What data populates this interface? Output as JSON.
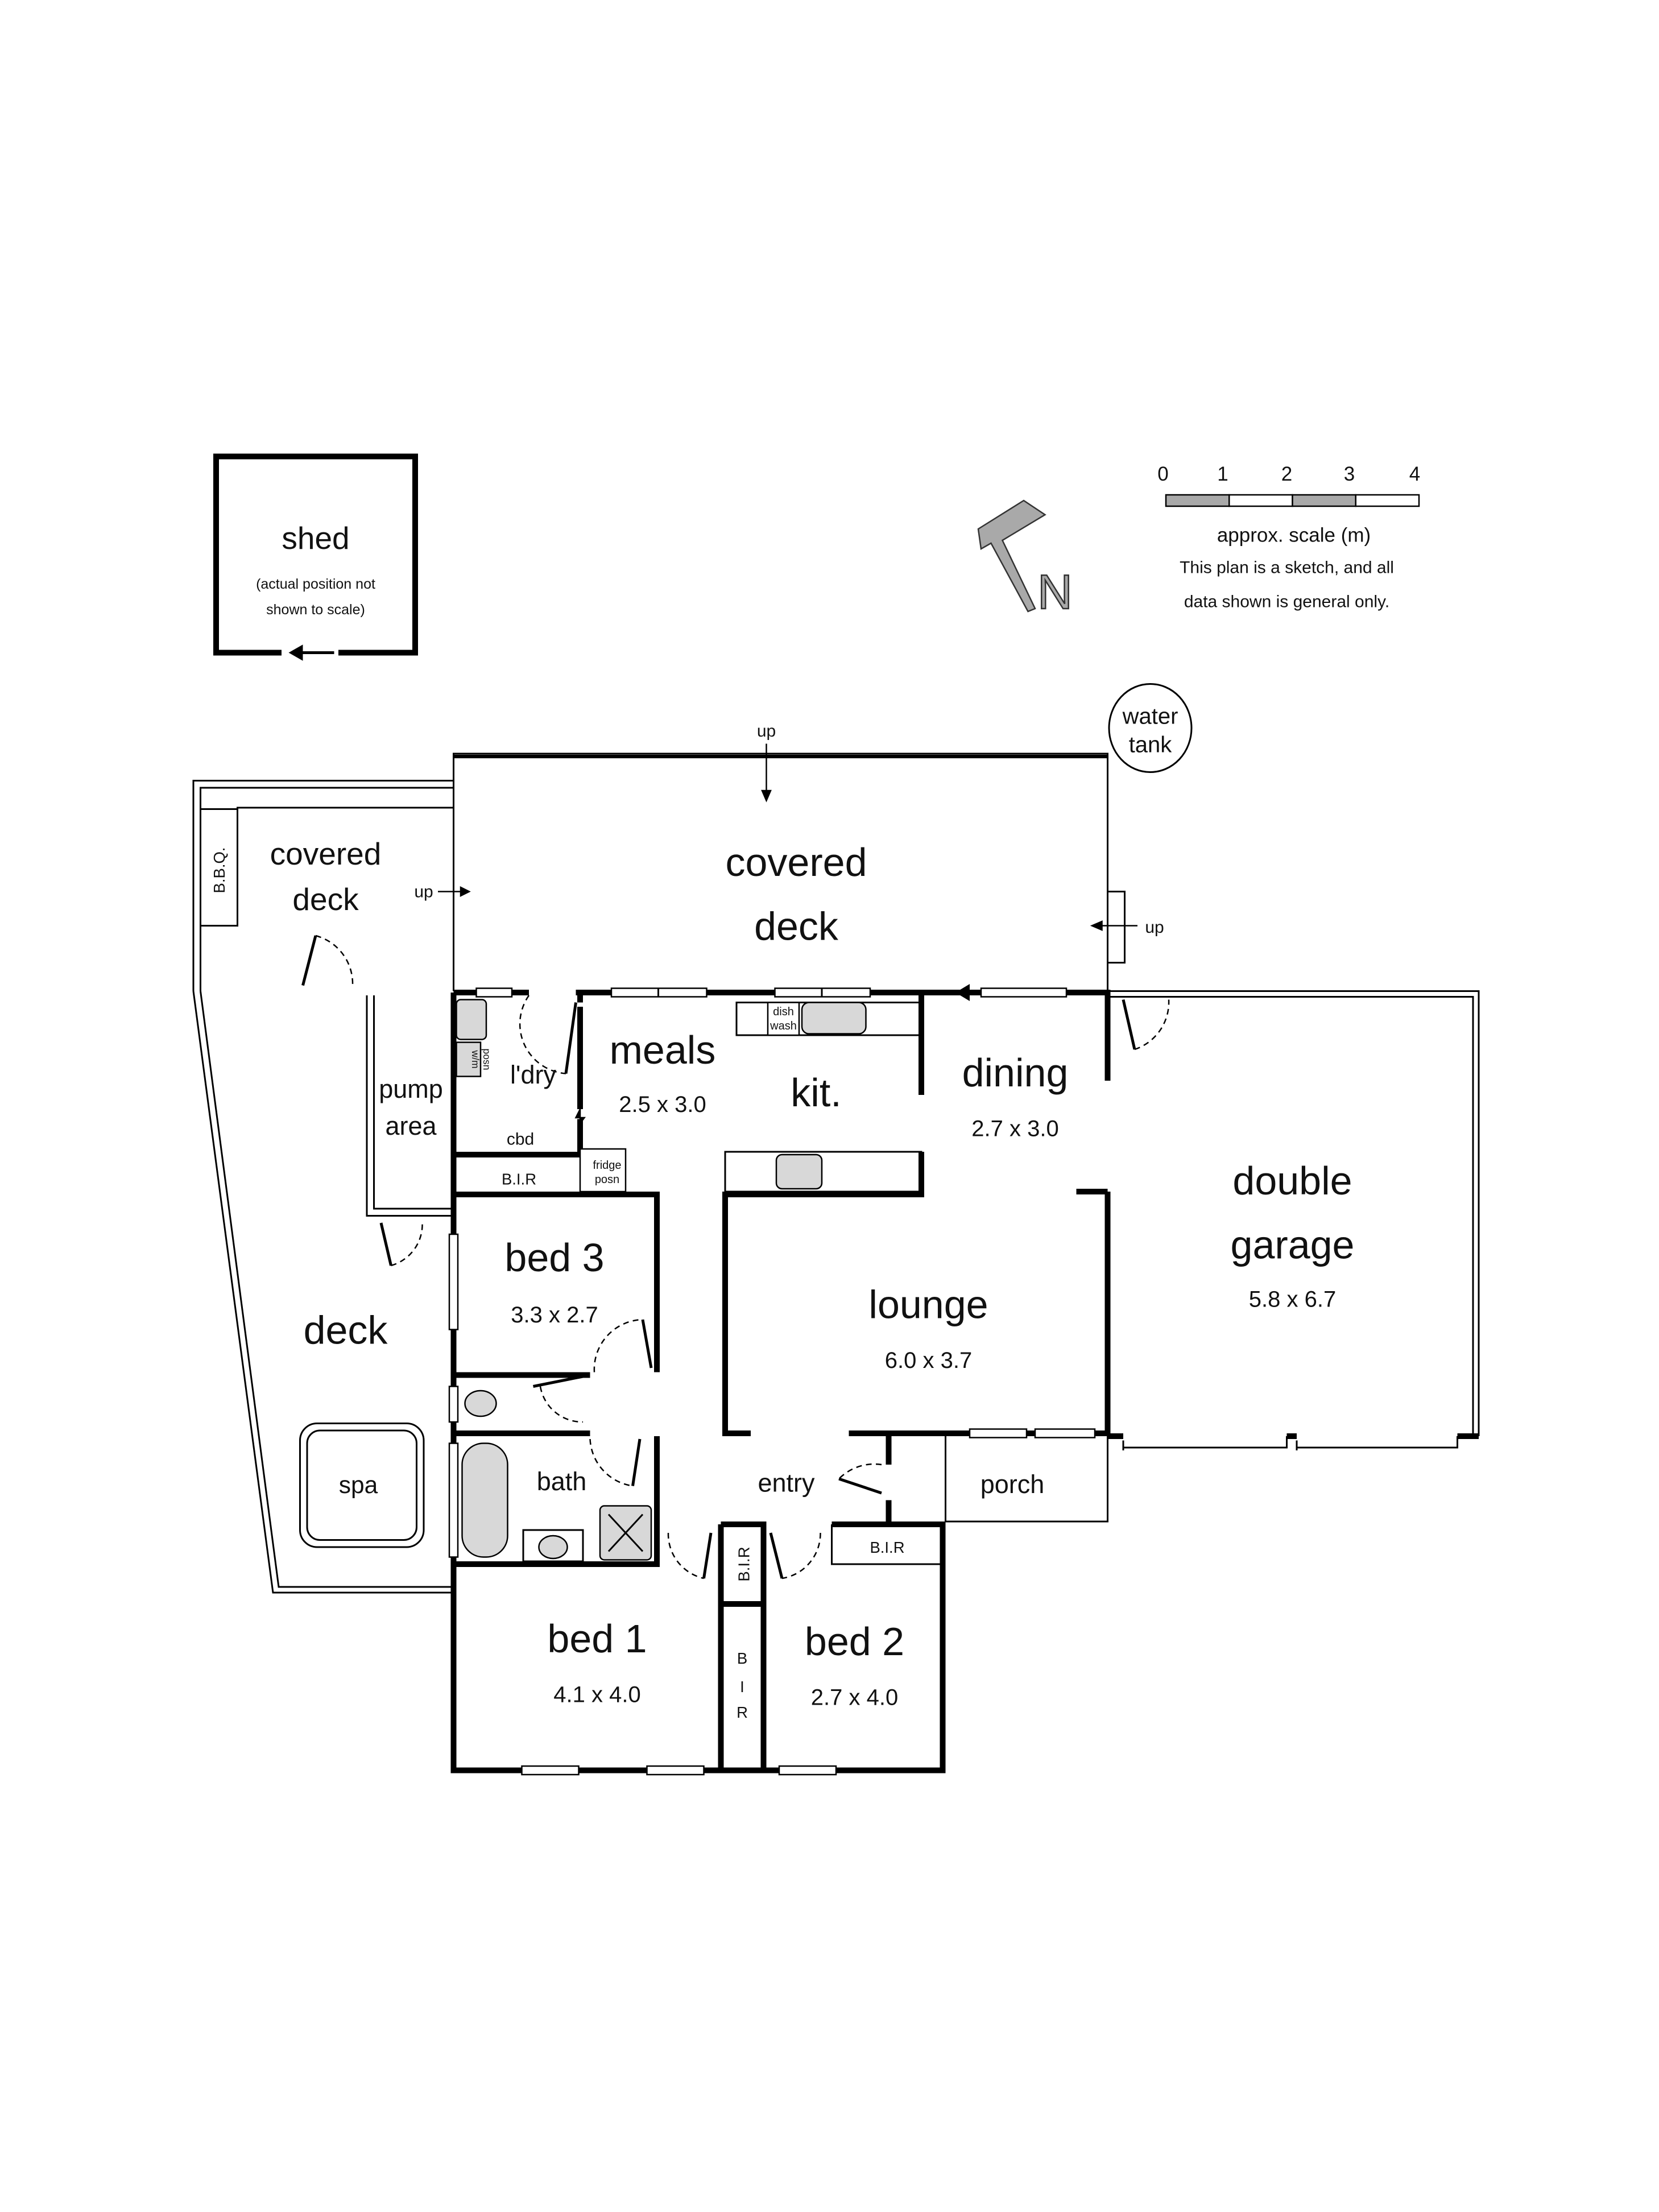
{
  "shed": {
    "title": "shed",
    "note_line1": "(actual position not",
    "note_line2": "shown to scale)"
  },
  "compass": {
    "letter": "N"
  },
  "scale": {
    "ticks": [
      "0",
      "1",
      "2",
      "3",
      "4"
    ],
    "caption": "approx. scale (m)",
    "disclaimer_line1": "This plan is a sketch, and all",
    "disclaimer_line2": "data shown is general only.",
    "colors": {
      "dark": "#a9a9a9",
      "light": "#ffffff"
    }
  },
  "water_tank": {
    "line1": "water",
    "line2": "tank"
  },
  "stairs": {
    "up_top": "up",
    "up_left": "up",
    "up_right": "up"
  },
  "rooms": {
    "covered_deck_main": {
      "line1": "covered",
      "line2": "deck"
    },
    "covered_deck_left": {
      "line1": "covered",
      "line2": "deck"
    },
    "bbq": "B.B.Q.",
    "laundry": "l'dry",
    "wm": {
      "line1": "w/m",
      "line2": "posn"
    },
    "cbd": "cbd",
    "bir_bed3": "B.I.R",
    "fridge": {
      "line1": "fridge",
      "line2": "posn"
    },
    "dishwasher": {
      "line1": "dish",
      "line2": "wash"
    },
    "meals": {
      "name": "meals",
      "size": "2.5 x 3.0"
    },
    "kitchen": {
      "name": "kit."
    },
    "dining": {
      "name": "dining",
      "size": "2.7 x 3.0"
    },
    "pump_area": {
      "line1": "pump",
      "line2": "area"
    },
    "deck": "deck",
    "spa": "spa",
    "bed3": {
      "name": "bed 3",
      "size": "3.3 x 2.7"
    },
    "lounge": {
      "name": "lounge",
      "size": "6.0 x 3.7"
    },
    "garage": {
      "line1": "double",
      "line2": "garage",
      "size": "5.8 x 6.7"
    },
    "bath": "bath",
    "entry": "entry",
    "porch": "porch",
    "bir_entry": "B.I.R",
    "bir_bed2": "B.I.R",
    "bir_bed1": [
      "B",
      "I",
      "R"
    ],
    "bed1": {
      "name": "bed 1",
      "size": "4.1 x 4.0"
    },
    "bed2": {
      "name": "bed 2",
      "size": "2.7 x 4.0"
    }
  }
}
